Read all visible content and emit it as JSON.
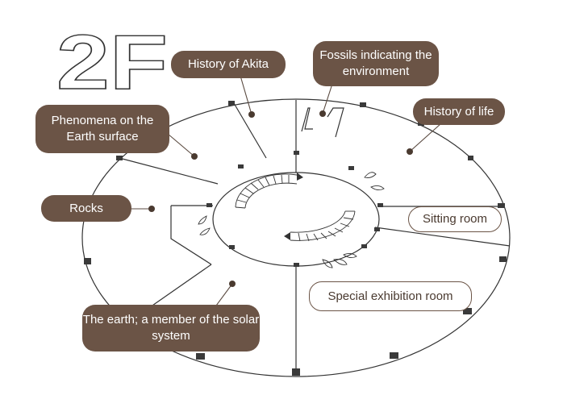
{
  "floor": {
    "label": "2F"
  },
  "rooms": {
    "history_of_akita": "History of Akita",
    "fossils": "Fossils indicating the environment",
    "history_of_life": "History of life",
    "phenomena": "Phenomena on the Earth surface",
    "rocks": "Rocks",
    "sitting_room": "Sitting room",
    "special_exhibition": "Special exhibition room",
    "earth_solar_system": "The earth; a member of the solar system"
  },
  "colors": {
    "label_fill": "#6b5446",
    "label_text": "#ffffff",
    "outline": "#333333",
    "marker": "#4a3a30"
  }
}
